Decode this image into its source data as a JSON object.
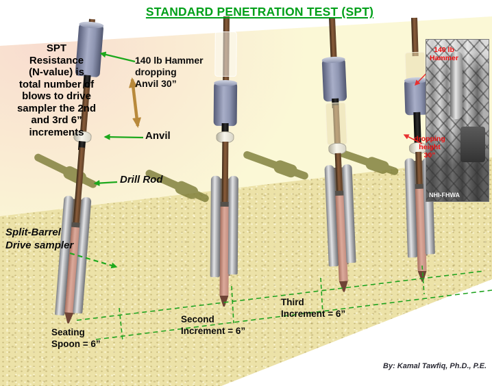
{
  "slide": {
    "title": "STANDARD PENETRATION TEST (SPT)",
    "credit": "By: Kamal Tawfiq, Ph.D., P.E."
  },
  "notes": {
    "spt_resistance": "SPT\nResistance\n(N-value) is\ntotal number of\nblows to drive\nsampler the 2nd\nand 3rd 6”\nincrements"
  },
  "labels": {
    "hammer": "140 lb Hammer\ndropping\nAnvil  30”",
    "anvil": "Anvil",
    "drill_rod": "Drill Rod",
    "sampler": "Split-Barrel\nDrive sampler",
    "seating_spoon": "Seating\nSpoon = 6”",
    "second_increment": "Second\nIncrement = 6”",
    "third_increment": "Third\nIncrement =  6”"
  },
  "photo_inset": {
    "label_hammer": "140 lb\nHammer",
    "label_drop_height": "dropping\nheight\n30”",
    "watermark": "NHI-FHWA"
  },
  "colors": {
    "title_green": "#00A019",
    "annotation_green": "#1CA81C",
    "annotation_red": "#E83030",
    "drop_arrow_tan": "#B8893B",
    "sky_cream": "#FBF8D6",
    "sand": "#ECE2A8",
    "hammer_gray": "#99A0BE",
    "sampler_salmon": "#D49C90"
  }
}
